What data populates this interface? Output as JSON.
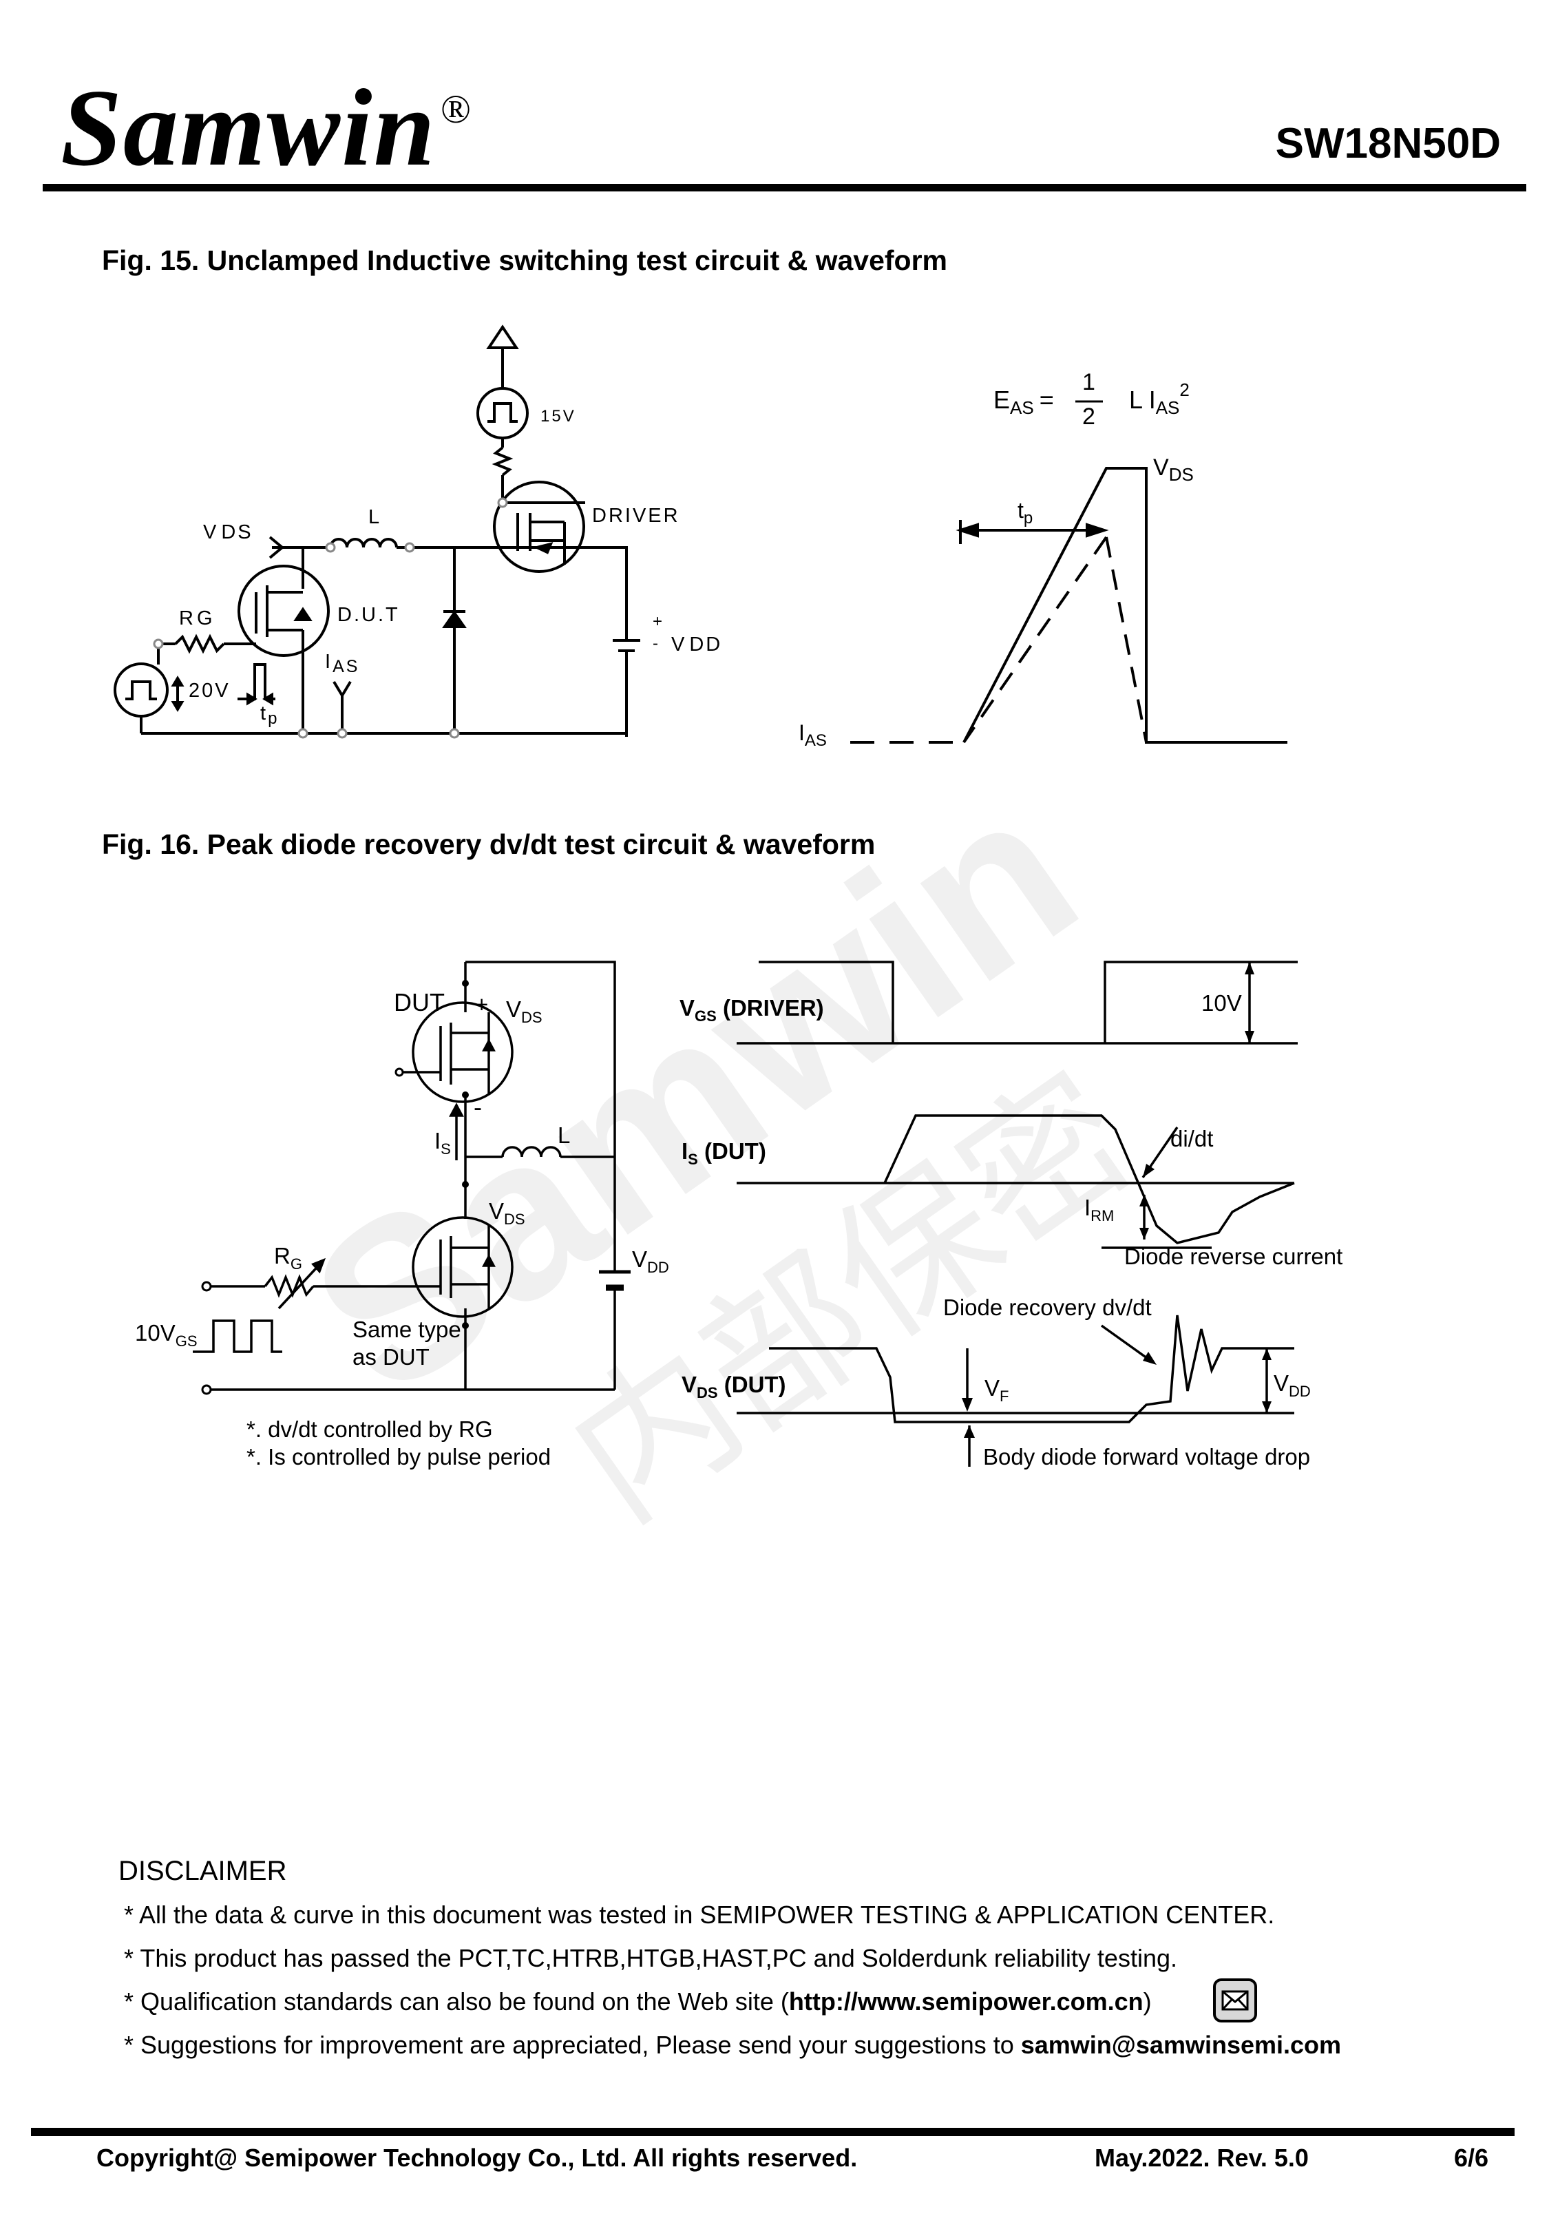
{
  "header": {
    "brand": "Samwin",
    "brand_mark": "®",
    "part_number": "SW18N50D"
  },
  "fig15": {
    "title": "Fig. 15. Unclamped Inductive switching test circuit & waveform",
    "circuit": {
      "v15": "15V",
      "driver": "DRIVER",
      "vds": "V",
      "vds_sub": "DS",
      "l": "L",
      "rg": "R",
      "rg_sub": "G",
      "dut": "D.U.T",
      "ias": "I",
      "ias_sub": "AS",
      "v20": "20V",
      "tp": "t",
      "tp_sub": "p",
      "vdd": "V",
      "vdd_sub": "DD",
      "plus": "+",
      "minus": "-"
    },
    "waveform": {
      "eas": "E",
      "eas_sub": "AS",
      "equals": "=",
      "num": "1",
      "den": "2",
      "l_term": "L I",
      "ias_sub": "AS",
      "sq": "2",
      "vds": "V",
      "vds_sub": "DS",
      "tp": "t",
      "tp_sub": "p",
      "ias": "I",
      "ias_sub2": "AS"
    }
  },
  "fig16": {
    "title": "Fig. 16. Peak diode recovery dv/dt test circuit & waveform",
    "circuit": {
      "dut": "DUT",
      "plus": "+",
      "minus": "-",
      "vds_top": "V",
      "vds_top_sub": "DS",
      "is": "I",
      "is_sub": "S",
      "l": "L",
      "vds_mid": "V",
      "vds_mid_sub": "DS",
      "rg": "R",
      "rg_sub": "G",
      "vdd": "V",
      "vdd_sub": "DD",
      "same1": "Same type",
      "same2": "as DUT",
      "vgs": "10V",
      "vgs_sub": "GS",
      "note1": "*. dv/dt controlled by RG",
      "note2": "*. Is controlled by pulse period"
    },
    "waveform": {
      "vgs": "V",
      "vgs_sub": "GS",
      "vgs_tail": " (DRIVER)",
      "v10": "10V",
      "is": "I",
      "is_sub": "S",
      "is_tail": " (DUT)",
      "didt": "di/dt",
      "irm": "I",
      "irm_sub": "RM",
      "drc": "Diode reverse current",
      "dvdt": "Diode recovery dv/dt",
      "vds": "V",
      "vds_sub": "DS",
      "vds_tail": " (DUT)",
      "vf": "V",
      "vf_sub": "F",
      "vdd": "V",
      "vdd_sub": "DD",
      "body": "Body diode forward voltage drop"
    }
  },
  "disclaimer": {
    "title": "DISCLAIMER",
    "line1": "* All the data & curve in this document was tested in SEMIPOWER TESTING & APPLICATION CENTER.",
    "line2": "* This product has passed the PCT,TC,HTRB,HTGB,HAST,PC and Solderdunk reliability testing.",
    "line3_pre": "* Qualification standards can also be found on the Web site (",
    "line3_url": "http://www.semipower.com.cn",
    "line3_post": ")",
    "line4_pre": "* Suggestions for improvement are appreciated, Please send your suggestions to ",
    "line4_email": "samwin@samwinsemi.com",
    "mail_icon": "mail-icon"
  },
  "watermark": {
    "latin": "Samwin",
    "cjk": "内部保密"
  },
  "footer": {
    "copyright": "Copyright@ Semipower Technology Co., Ltd. All rights reserved.",
    "date_rev": "May.2022. Rev. 5.0",
    "page": "6/6"
  }
}
